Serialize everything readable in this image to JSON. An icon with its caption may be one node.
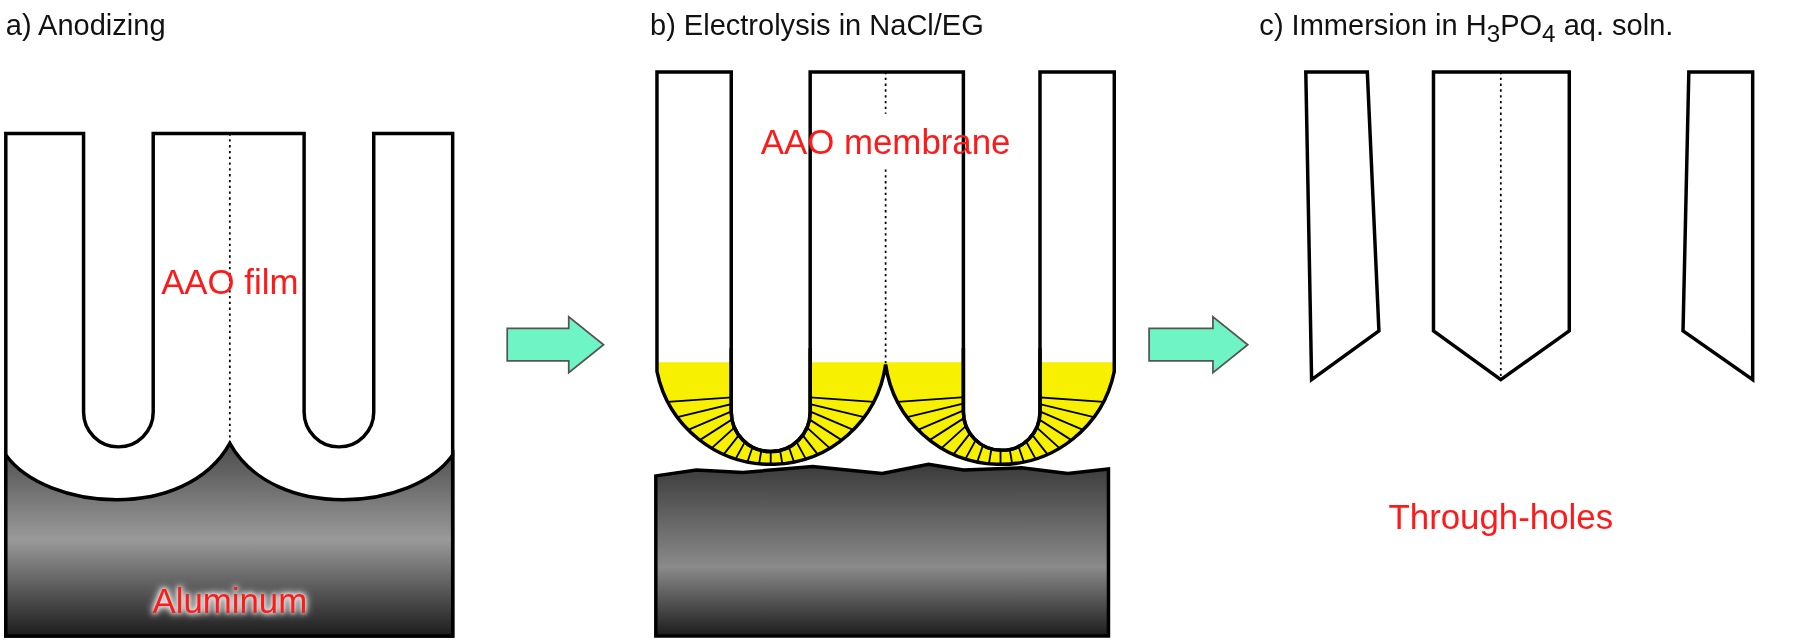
{
  "diagram": {
    "nodes": [
      {
        "text": [
          "a) Anodizing",
          "AAO film",
          "Aluminum"
        ]
      },
      {
        "text": [
          "b) Electrolysis in NaCl/EG",
          "AAO membrane"
        ]
      },
      {
        "text": [
          "c) Immersion in H$_{3}$PO$_{4}$ aq. soln.",
          "Through-holes"
        ]
      }
    ],
    "edges": [
      {
        "from": 0,
        "to": 1,
        "arrow": "to",
        "style": "thick"
      },
      {
        "from": 1,
        "to": 2,
        "arrow": "to",
        "style": "thick"
      }
    ]
  }
}
